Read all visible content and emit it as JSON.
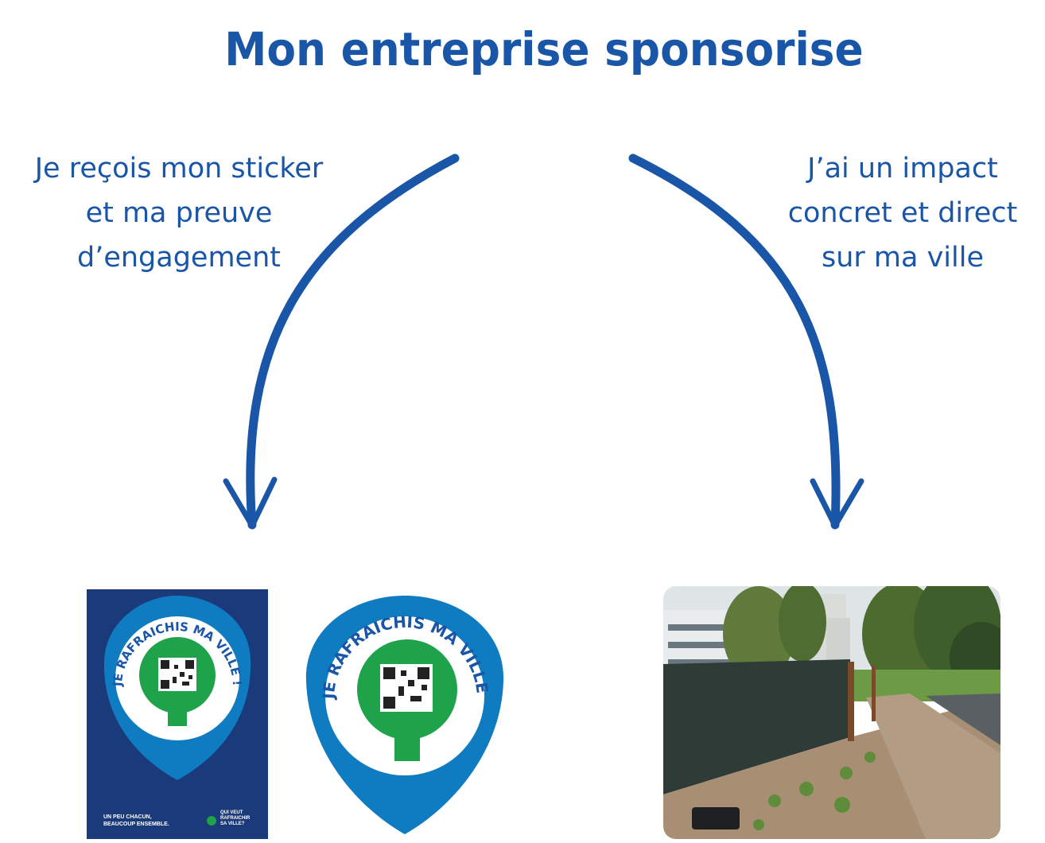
{
  "title": "Mon entreprise sponsorise",
  "left_caption": {
    "lines": [
      "Je reçois mon sticker",
      "et ma preuve",
      "d’engagement"
    ]
  },
  "right_caption": {
    "lines": [
      "J’ai un impact",
      "concret et direct",
      "sur ma ville"
    ]
  },
  "poster": {
    "badge_text": "JE RAFRAICHIS MA VILLE !",
    "footer_left": [
      "UN PEU CHACUN,",
      "BEAUCOUP ENSEMBLE."
    ],
    "footer_right": [
      "QUI VEUT",
      "RAFRAICHIR",
      "SA VILLE?"
    ]
  },
  "sticker": {
    "badge_text": "JE RAFRAICHIS MA VILLE !"
  },
  "colors": {
    "brand_blue": "#1a56a8",
    "sticker_blue": "#0f7bc1",
    "poster_navy": "#1b3a7a",
    "green": "#1fa34a"
  }
}
